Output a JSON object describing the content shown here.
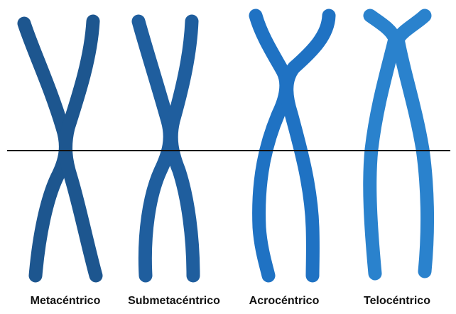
{
  "chromosomes": [
    {
      "label": "Metacéntrico",
      "color": "#1d568f"
    },
    {
      "label": "Submetacéntrico",
      "color": "#1f5e9e"
    },
    {
      "label": "Acrocéntrico",
      "color": "#1f72c3"
    },
    {
      "label": "Telocéntrico",
      "color": "#2a82cd"
    }
  ],
  "reference_line_color": "#111111"
}
